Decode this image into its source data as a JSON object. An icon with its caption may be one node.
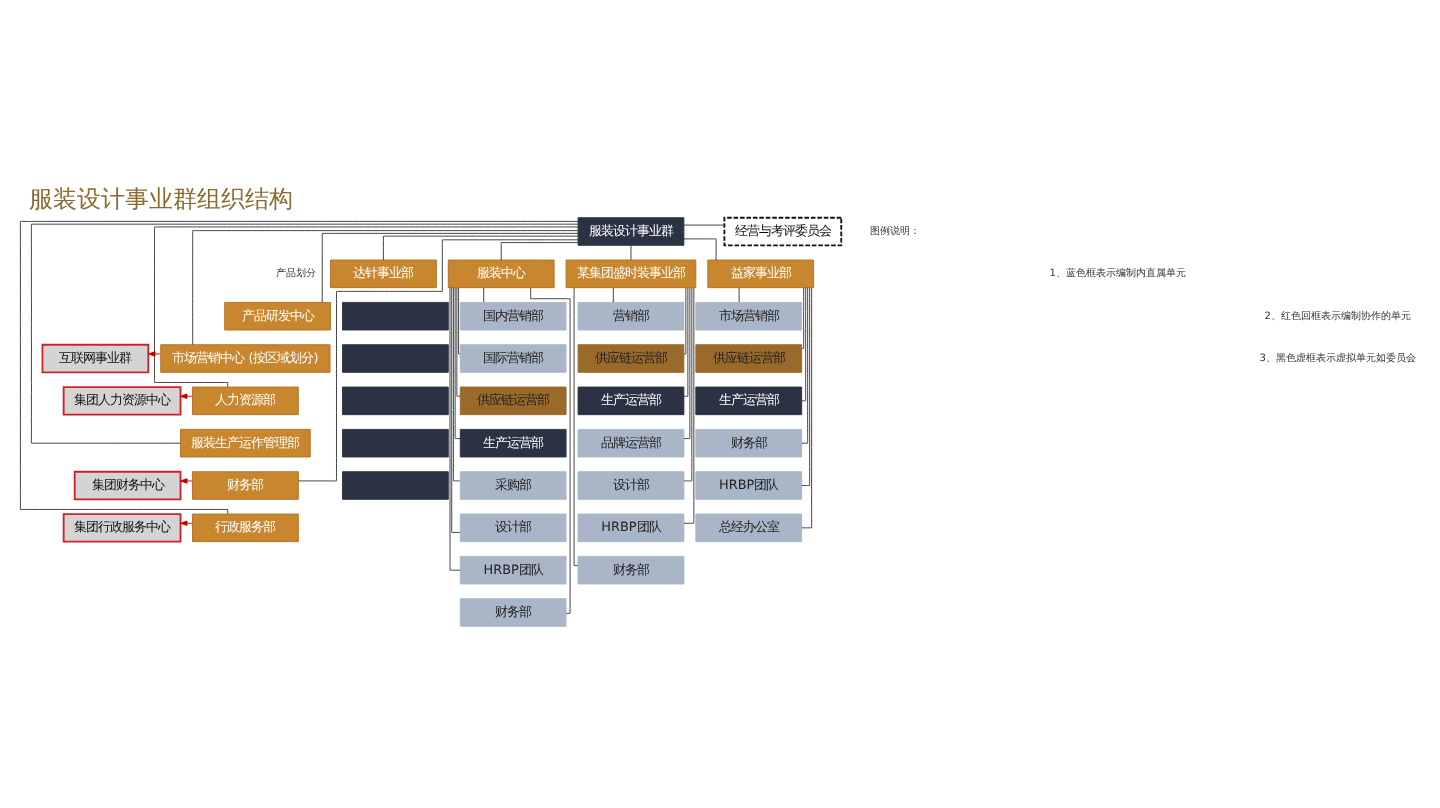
{
  "diagram": {
    "title": "服装设计事业群组织结构",
    "nodes": [
      {
        "text": [
          "服装设计事业群"
        ]
      },
      {
        "text": [
          "经营与考评委员会"
        ]
      },
      {
        "text": [
          "达针事业部"
        ]
      },
      {
        "text": [
          "服装中心"
        ]
      },
      {
        "text": [
          "某集团盛时装事业部"
        ]
      },
      {
        "text": [
          "益家事业部"
        ]
      },
      {
        "text": [
          "产品研发中心"
        ]
      },
      {
        "text": [
          "市场营销中心 (按区域划分)"
        ]
      },
      {
        "text": [
          "人力资源部"
        ]
      },
      {
        "text": [
          "服装生产运作管理部"
        ]
      },
      {
        "text": [
          "财务部"
        ]
      },
      {
        "text": [
          "行政服务部"
        ]
      },
      {
        "text": [
          "互联网事业群"
        ]
      },
      {
        "text": [
          "集团人力资源中心"
        ]
      },
      {
        "text": [
          "集团财务中心"
        ]
      },
      {
        "text": [
          "集团行政服务中心"
        ]
      },
      {
        "text": [],
        "shape": "box"
      },
      {
        "text": [],
        "shape": "box"
      },
      {
        "text": [],
        "shape": "box"
      },
      {
        "text": [],
        "shape": "box"
      },
      {
        "text": [],
        "shape": "box"
      },
      {
        "text": [
          "国内营销部"
        ]
      },
      {
        "text": [
          "国际营销部"
        ]
      },
      {
        "text": [
          "供应链运营部"
        ]
      },
      {
        "text": [
          "生产运营部"
        ]
      },
      {
        "text": [
          "采购部"
        ]
      },
      {
        "text": [
          "设计部"
        ]
      },
      {
        "text": [
          "HRBP团队"
        ]
      },
      {
        "text": [
          "财务部"
        ]
      },
      {
        "text": [
          "营销部"
        ]
      },
      {
        "text": [
          "供应链运营部"
        ]
      },
      {
        "text": [
          "生产运营部"
        ]
      },
      {
        "text": [
          "品牌运营部"
        ]
      },
      {
        "text": [
          "设计部"
        ]
      },
      {
        "text": [
          "HRBP团队"
        ]
      },
      {
        "text": [
          "财务部"
        ]
      },
      {
        "text": [
          "市场营销部"
        ]
      },
      {
        "text": [
          "供应链运营部"
        ]
      },
      {
        "text": [
          "生产运营部"
        ]
      },
      {
        "text": [
          "财务部"
        ]
      },
      {
        "text": [
          "HRBP团队"
        ]
      },
      {
        "text": [
          "总经办公室"
        ]
      }
    ],
    "edges": [
      {
        "from": 0,
        "to": 1,
        "arrow": "none"
      },
      {
        "from": 0,
        "to": 2,
        "arrow": "none"
      },
      {
        "from": 0,
        "to": 3,
        "arrow": "none"
      },
      {
        "from": 0,
        "to": 4,
        "arrow": "none"
      },
      {
        "from": 0,
        "to": 5,
        "arrow": "none"
      },
      {
        "from": 0,
        "to": 6,
        "arrow": "none"
      },
      {
        "from": 0,
        "to": 7,
        "arrow": "none"
      },
      {
        "from": 0,
        "to": 8,
        "arrow": "none"
      },
      {
        "from": 0,
        "to": 9,
        "arrow": "none"
      },
      {
        "from": 0,
        "to": 10,
        "arrow": "none"
      },
      {
        "from": 0,
        "to": 11,
        "arrow": "none"
      },
      {
        "from": 7,
        "to": 12,
        "arrow": "to",
        "color": "#c00000"
      },
      {
        "from": 8,
        "to": 13,
        "arrow": "to",
        "color": "#c00000"
      },
      {
        "from": 10,
        "to": 14,
        "arrow": "to",
        "color": "#c00000"
      },
      {
        "from": 11,
        "to": 15,
        "arrow": "to",
        "color": "#c00000"
      },
      {
        "from": 3,
        "to": 21,
        "arrow": "none"
      },
      {
        "from": 3,
        "to": 22,
        "arrow": "none"
      },
      {
        "from": 3,
        "to": 23,
        "arrow": "none"
      },
      {
        "from": 3,
        "to": 24,
        "arrow": "none"
      },
      {
        "from": 3,
        "to": 25,
        "arrow": "none"
      },
      {
        "from": 3,
        "to": 26,
        "arrow": "none"
      },
      {
        "from": 3,
        "to": 27,
        "arrow": "none"
      },
      {
        "from": 3,
        "to": 28,
        "arrow": "none"
      },
      {
        "from": 4,
        "to": 29,
        "arrow": "none"
      },
      {
        "from": 4,
        "to": 30,
        "arrow": "none"
      },
      {
        "from": 4,
        "to": 31,
        "arrow": "none"
      },
      {
        "from": 4,
        "to": 32,
        "arrow": "none"
      },
      {
        "from": 4,
        "to": 33,
        "arrow": "none"
      },
      {
        "from": 4,
        "to": 34,
        "arrow": "none"
      },
      {
        "from": 4,
        "to": 35,
        "arrow": "none"
      },
      {
        "from": 5,
        "to": 36,
        "arrow": "none"
      },
      {
        "from": 5,
        "to": 37,
        "arrow": "none"
      },
      {
        "from": 5,
        "to": 38,
        "arrow": "none"
      },
      {
        "from": 5,
        "to": 39,
        "arrow": "none"
      },
      {
        "from": 5,
        "to": 40,
        "arrow": "none"
      },
      {
        "from": 5,
        "to": 41,
        "arrow": "none"
      }
    ],
    "labels": [
      "图例说明：",
      "1、蓝色框表示编制内直属单元",
      "2、红色回框表示编制协作的单元",
      "3、黑色虚框表示虚拟单元如委员会",
      "产品划分"
    ]
  }
}
